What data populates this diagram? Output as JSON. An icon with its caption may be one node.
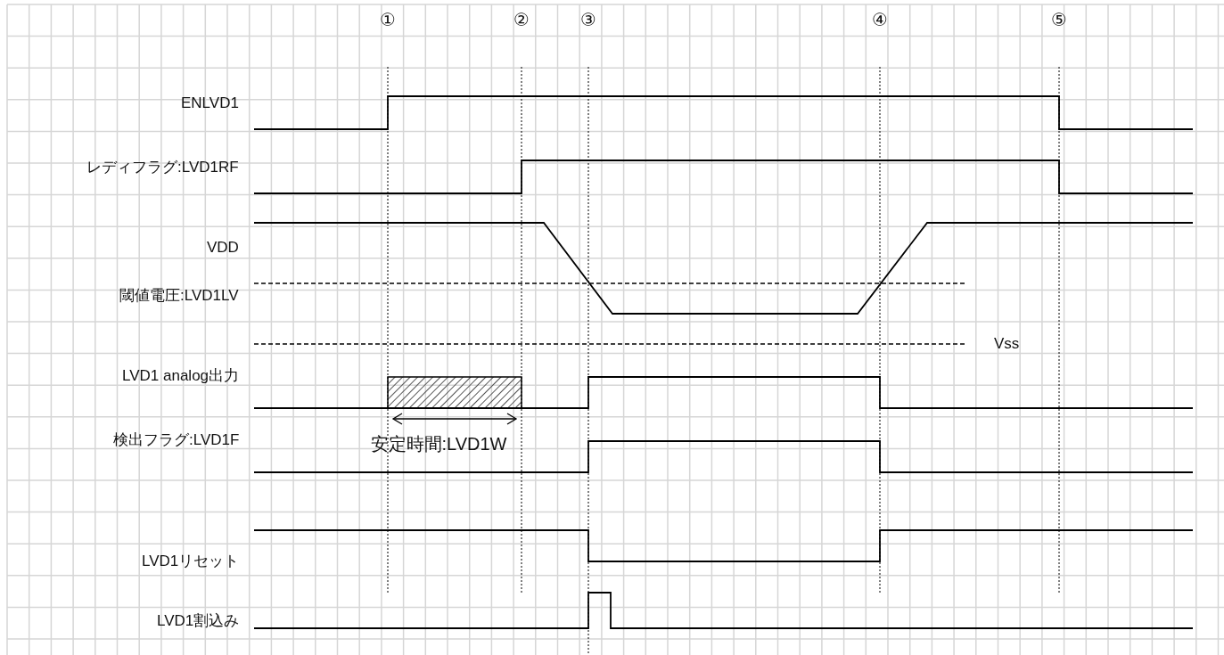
{
  "diagram": {
    "labels": [
      "①",
      "②",
      "③",
      "④",
      "⑤",
      "ENLVD1",
      "レディフラグ:LVD1RF",
      "VDD",
      "閾値電圧:LVD1LV",
      "Vss",
      "LVD1 analog出力",
      "検出フラグ:LVD1F",
      "安定時間:LVD1W",
      "LVD1リセット",
      "LVD1割込み"
    ]
  }
}
